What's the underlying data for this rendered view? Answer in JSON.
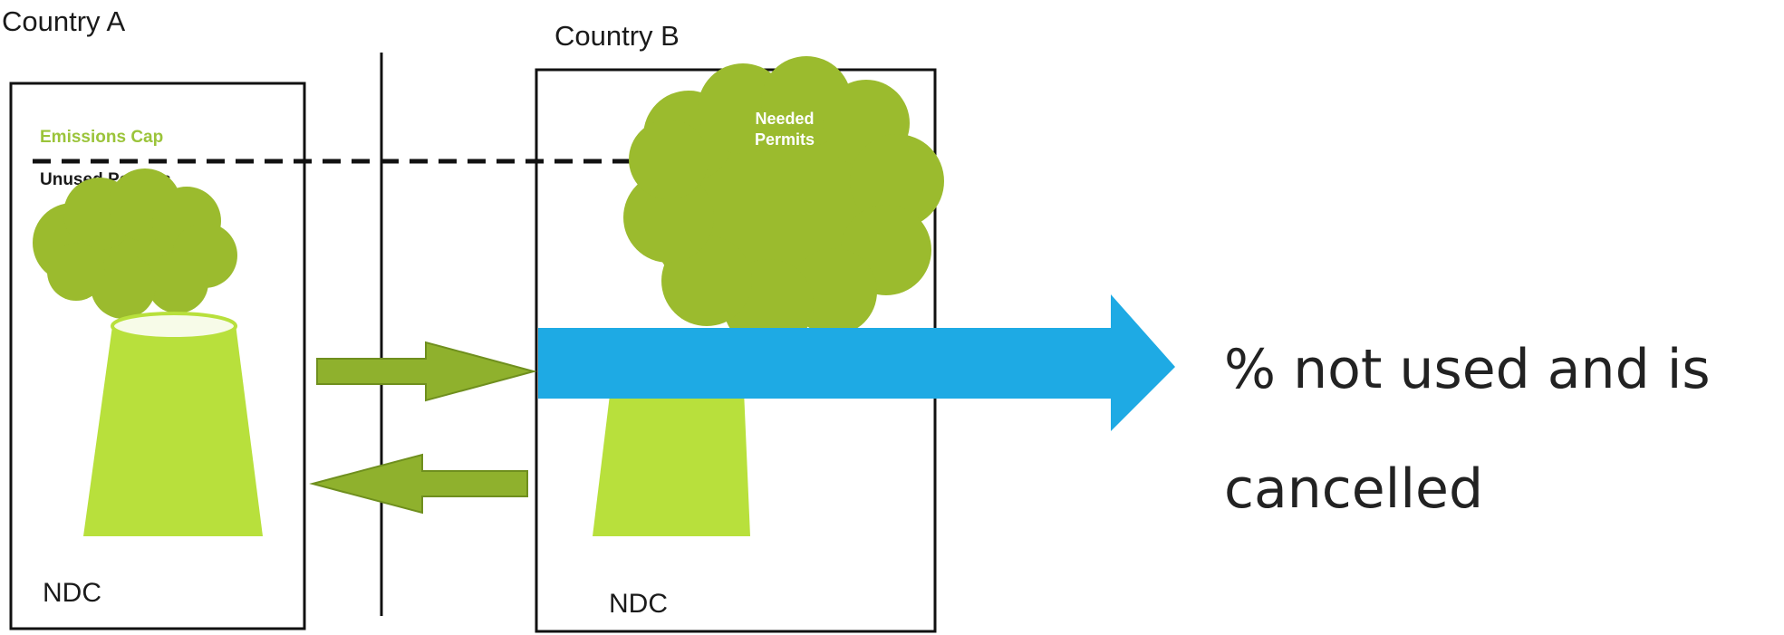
{
  "country_a": {
    "label": "Country A",
    "emissions_cap_label": "Emissions Cap",
    "unused_permits_label": "Unused Permits",
    "ndc_label": "NDC"
  },
  "country_b": {
    "label": "Country B",
    "needed_permits_line1": "Needed",
    "needed_permits_line2": "Permits",
    "ndc_label": "NDC"
  },
  "caption": {
    "line1": "% not used and is",
    "line2": "cancelled"
  },
  "colors": {
    "cloud": "#9bbb2e",
    "tower": "#b8e03c",
    "arrow_green": "#8fb12d",
    "arrow_blue": "#1eaae4",
    "cap_text": "#9bc43a"
  }
}
